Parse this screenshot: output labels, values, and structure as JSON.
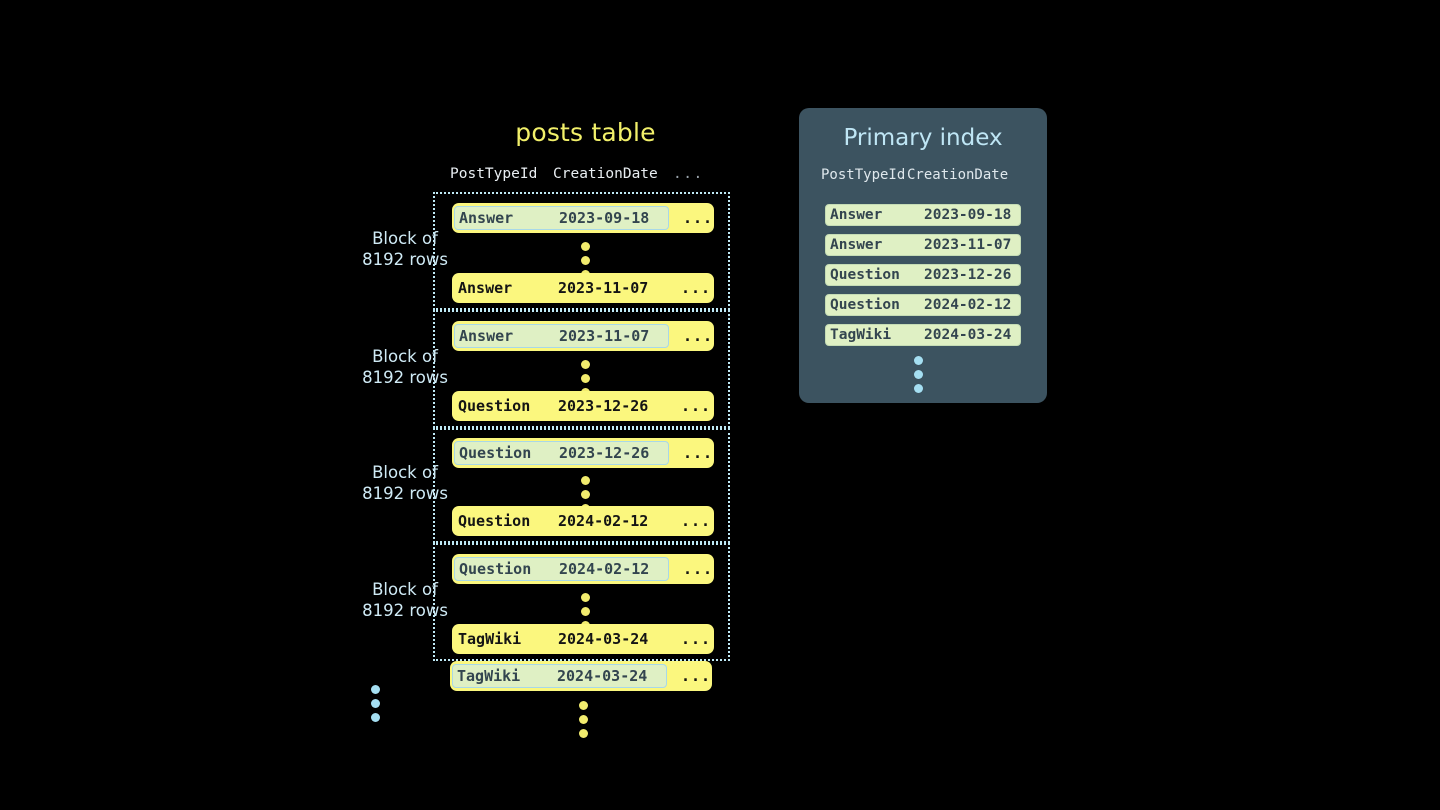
{
  "posts_table": {
    "title": "posts table",
    "headers": {
      "post_type_id": "PostTypeId",
      "creation_date": "CreationDate",
      "more": "..."
    },
    "row_more": "...",
    "block_label_line1": "Block of",
    "block_label_line2": "8192 rows",
    "blocks": [
      {
        "label_line1": "Block of",
        "label_line2": "8192 rows",
        "first_row": {
          "post_type_id": "Answer",
          "creation_date": "2023-09-18",
          "more": "...",
          "highlighted": true
        },
        "last_row": {
          "post_type_id": "Answer",
          "creation_date": "2023-11-07",
          "more": "...",
          "highlighted": false
        }
      },
      {
        "label_line1": "Block of",
        "label_line2": "8192 rows",
        "first_row": {
          "post_type_id": "Answer",
          "creation_date": "2023-11-07",
          "more": "...",
          "highlighted": true
        },
        "last_row": {
          "post_type_id": "Question",
          "creation_date": "2023-12-26",
          "more": "...",
          "highlighted": false
        }
      },
      {
        "label_line1": "Block of",
        "label_line2": "8192 rows",
        "first_row": {
          "post_type_id": "Question",
          "creation_date": "2023-12-26",
          "more": "...",
          "highlighted": true
        },
        "last_row": {
          "post_type_id": "Question",
          "creation_date": "2024-02-12",
          "more": "...",
          "highlighted": false
        }
      },
      {
        "label_line1": "Block of",
        "label_line2": "8192 rows",
        "first_row": {
          "post_type_id": "Question",
          "creation_date": "2024-02-12",
          "more": "...",
          "highlighted": true
        },
        "last_row": {
          "post_type_id": "TagWiki",
          "creation_date": "2024-03-24",
          "more": "...",
          "highlighted": false
        }
      }
    ],
    "trailing_row": {
      "post_type_id": "TagWiki",
      "creation_date": "2024-03-24",
      "more": "...",
      "highlighted": true
    }
  },
  "primary_index": {
    "title": "Primary index",
    "headers": {
      "post_type_id": "PostTypeId",
      "creation_date": "CreationDate"
    },
    "rows": [
      {
        "post_type_id": "Answer",
        "creation_date": "2023-09-18"
      },
      {
        "post_type_id": "Answer",
        "creation_date": "2023-11-07"
      },
      {
        "post_type_id": "Question",
        "creation_date": "2023-12-26"
      },
      {
        "post_type_id": "Question",
        "creation_date": "2024-02-12"
      },
      {
        "post_type_id": "TagWiki",
        "creation_date": "2024-03-24"
      }
    ]
  },
  "colors": {
    "background": "#000000",
    "row_yellow": "#fbf77e",
    "highlight_green": "#dff0c4",
    "highlight_border": "#a8d8e8",
    "accent_blue": "#bfe6f5",
    "title_yellow": "#f2f06a",
    "panel_slate": "#3c5360"
  }
}
